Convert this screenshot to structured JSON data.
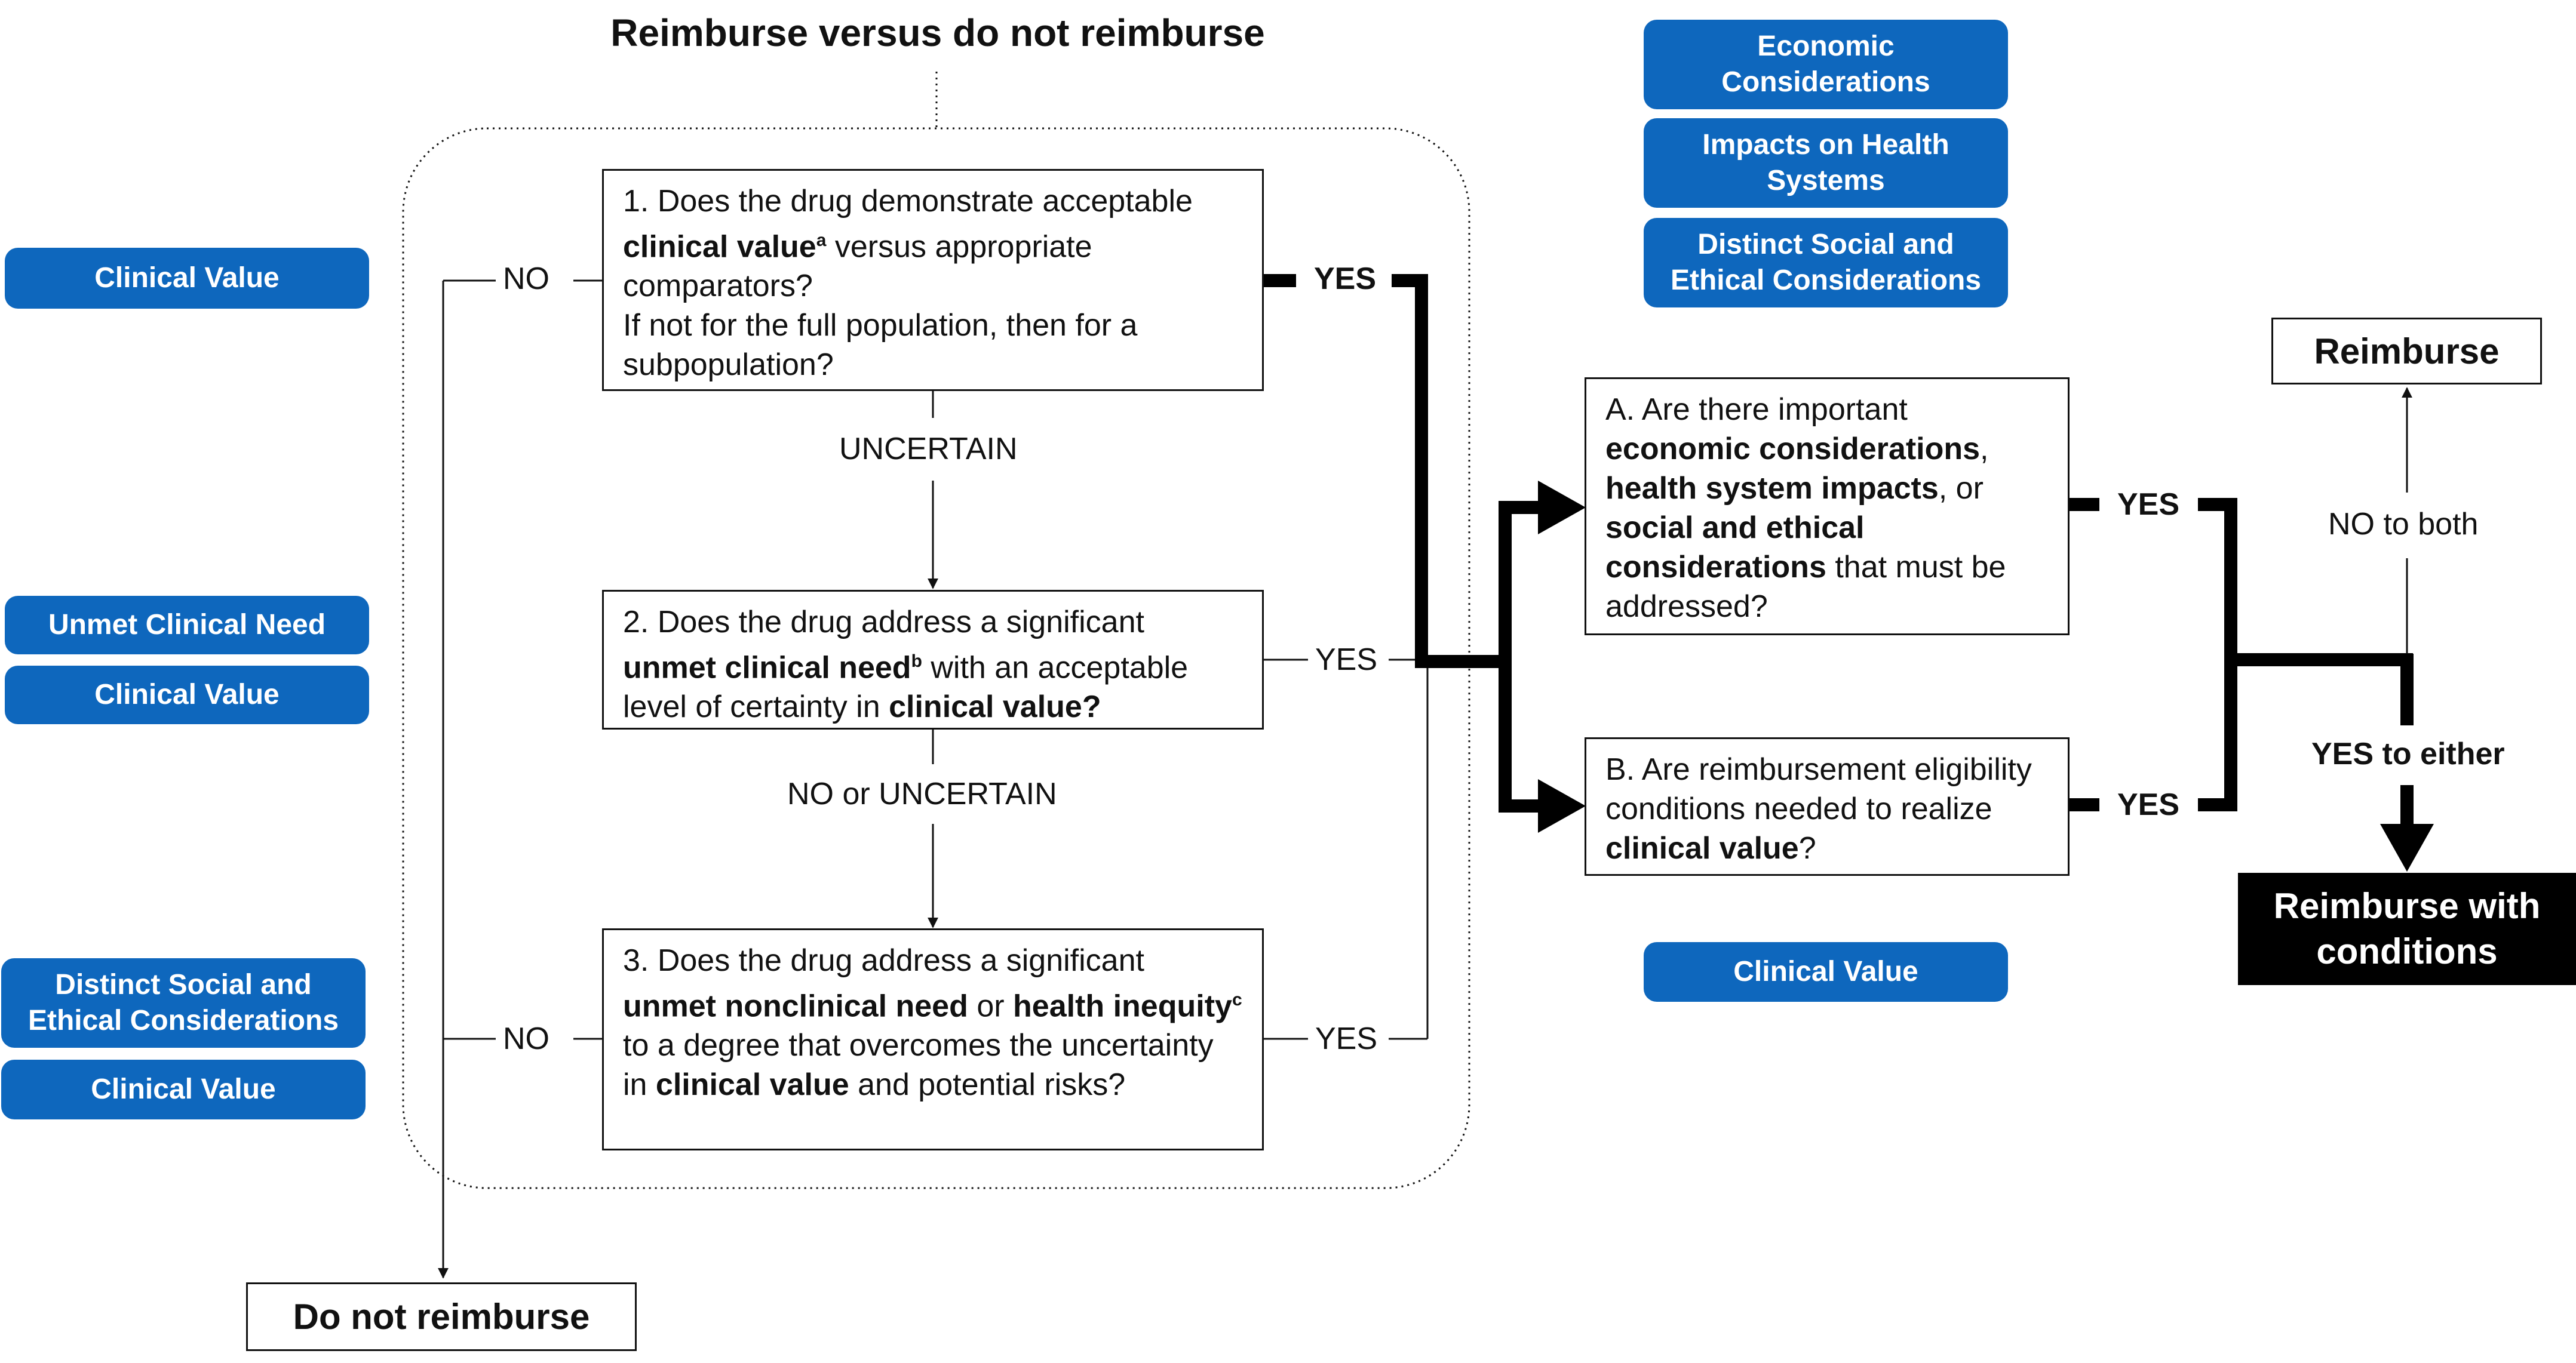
{
  "title": "Reimburse versus do not reimburse",
  "tags": {
    "clinical_value_1": "Clinical Value",
    "unmet_clinical_need": "Unmet Clinical Need",
    "clinical_value_2": "Clinical Value",
    "distinct_social_left": "Distinct Social and Ethical Considerations",
    "clinical_value_3": "Clinical Value",
    "economic": "Economic Considerations",
    "impacts_health": "Impacts on Health Systems",
    "distinct_social_right": "Distinct Social and Ethical Considerations",
    "clinical_value_4": "Clinical Value"
  },
  "questions": {
    "q1": {
      "p1": "1. Does the drug demonstrate acceptable ",
      "b1": "clinical value",
      "sup": "a",
      "p2": " versus appropriate comparators?",
      "p3": "If not for the full population, then for a subpopulation?"
    },
    "q2": {
      "p1": "2. Does the drug address a significant ",
      "b1": "unmet clinical need",
      "sup": "b",
      "p2": " with an acceptable level of certainty in ",
      "b2": "clinical value?"
    },
    "q3": {
      "p1": "3. Does the drug address a significant ",
      "b1": "unmet nonclinical need",
      "p2": " or ",
      "b2": "health inequity",
      "sup": "c",
      "p3": " to a degree that overcomes the uncertainty in ",
      "b3": "clinical value",
      "p4": " and potential risks?"
    },
    "qa": {
      "p1": "A. Are there important ",
      "b1": "economic considerations",
      "p2": ", ",
      "b2": "health system impacts",
      "p3": ", or ",
      "b3": "social and ethical considerations",
      "p4": " that must be addressed?"
    },
    "qb": {
      "p1": "B. Are reimbursement eligibility conditions needed to realize ",
      "b1": "clinical value",
      "p2": "?"
    }
  },
  "labels": {
    "no_1": "NO",
    "yes_1": "YES",
    "uncertain": "UNCERTAIN",
    "yes_2": "YES",
    "no_or_uncertain": "NO or UNCERTAIN",
    "no_3": "NO",
    "yes_3": "YES",
    "yes_a": "YES",
    "yes_b": "YES",
    "no_to_both": "NO to both",
    "yes_to_either": "YES to either"
  },
  "outcomes": {
    "reimburse": "Reimburse",
    "reimburse_with_conditions": "Reimburse with conditions",
    "do_not_reimburse": "Do not reimburse"
  },
  "colors": {
    "tag_blue": "#0e67bd",
    "black": "#000000"
  }
}
